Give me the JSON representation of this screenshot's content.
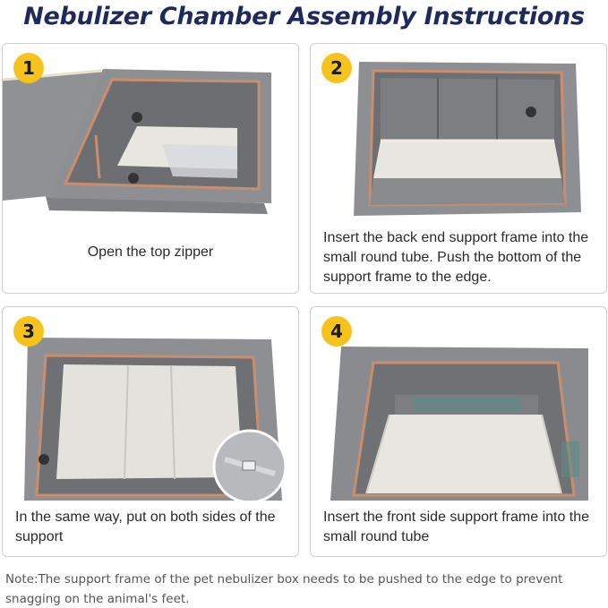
{
  "title": "Nebulizer Chamber Assembly Instructions",
  "steps": [
    {
      "number": "1",
      "caption": "Open the top zipper"
    },
    {
      "number": "2",
      "caption": "Insert the back end support frame into the small round tube. Push the bottom of the support frame to the edge."
    },
    {
      "number": "3",
      "caption": "In the same way, put on both sides of the support"
    },
    {
      "number": "4",
      "caption": "Insert the front side support frame into the small round tube"
    }
  ],
  "note": "Note:The support frame of the pet nebulizer box needs to be pushed to the edge to prevent snagging on the animal's feet.",
  "colors": {
    "title": "#1f2a5c",
    "badge": "#f6c21c",
    "fabric": "#8e8f93",
    "zipper_trim": "#c98e6e",
    "floor": "#e8e6e1"
  }
}
